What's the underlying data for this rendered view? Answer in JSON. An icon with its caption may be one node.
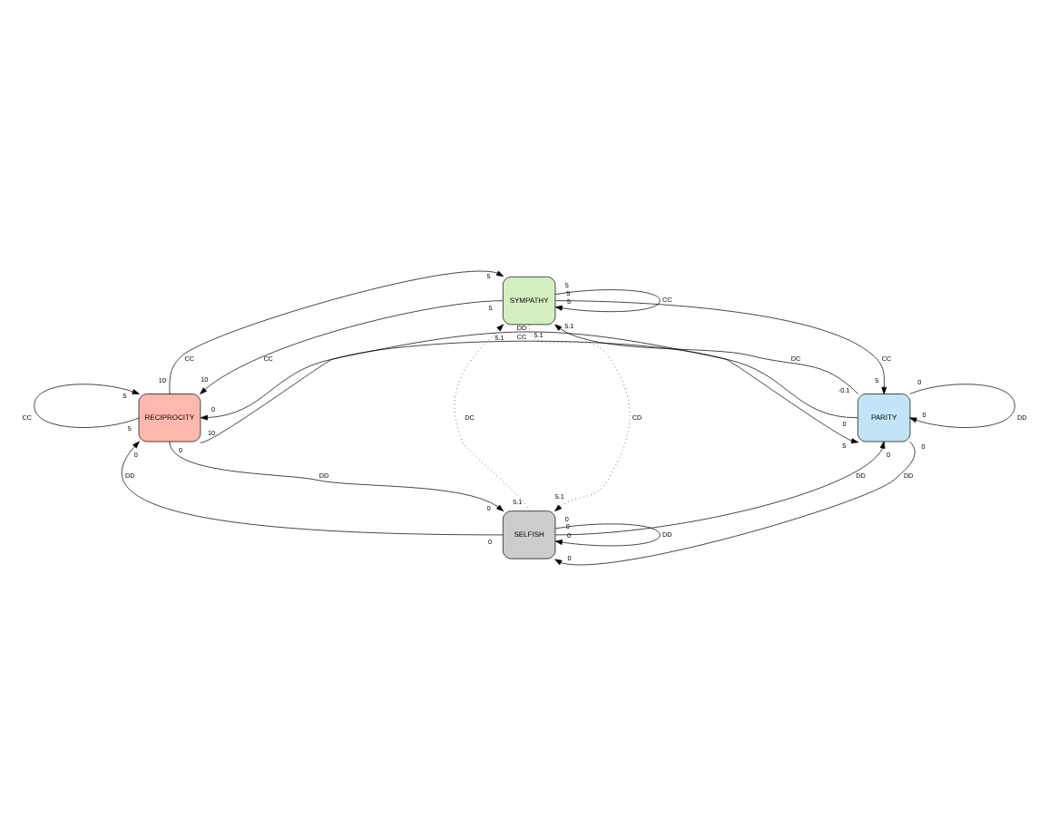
{
  "diagram": {
    "nodes": [
      {
        "text": [
          "SYMPATHY"
        ]
      },
      {
        "text": [
          "RECIPROCITY"
        ]
      },
      {
        "text": [
          "PARITY"
        ]
      },
      {
        "text": [
          "SELFISH"
        ]
      }
    ],
    "edges": [
      {
        "from": 0,
        "to": 0,
        "arrow": "to",
        "label": "CC"
      },
      {
        "from": 1,
        "to": 0,
        "arrow": "to",
        "label": "CC"
      },
      {
        "from": 0,
        "to": 1,
        "arrow": "to",
        "label": "CC"
      },
      {
        "from": 0,
        "to": 2,
        "arrow": "to",
        "label": "CC"
      },
      {
        "from": 2,
        "to": 0,
        "arrow": "to",
        "label": "DC"
      },
      {
        "from": 1,
        "to": 1,
        "arrow": "to",
        "label": "CC"
      },
      {
        "from": 2,
        "to": 1,
        "arrow": "to",
        "label": "DD"
      },
      {
        "from": 1,
        "to": 2,
        "arrow": "to",
        "label": "CC"
      },
      {
        "from": 2,
        "to": 2,
        "arrow": "to",
        "label": "DD"
      },
      {
        "from": 3,
        "to": 0,
        "arrow": "to",
        "label": "DC",
        "style": "dashed"
      },
      {
        "from": 0,
        "to": 3,
        "arrow": "to",
        "label": "CD",
        "style": "dashed"
      },
      {
        "from": 1,
        "to": 3,
        "arrow": "to",
        "label": "DD"
      },
      {
        "from": 3,
        "to": 1,
        "arrow": "to",
        "label": "DD"
      },
      {
        "from": 3,
        "to": 2,
        "arrow": "to",
        "label": "DD"
      },
      {
        "from": 2,
        "to": 3,
        "arrow": "to",
        "label": "DD"
      },
      {
        "from": 3,
        "to": 3,
        "arrow": "to",
        "label": "DD"
      }
    ],
    "labels": [
      "5",
      "5",
      "10",
      "5",
      "5",
      "10",
      "5",
      "5",
      "-0.1",
      "5.1",
      "5",
      "5",
      "0",
      "0",
      "10",
      "5",
      "0",
      "0",
      "5.1",
      "5.1",
      "5.1",
      "5.1",
      "0",
      "0",
      "0",
      "0",
      "0",
      "0",
      "0",
      "0",
      "0",
      "0"
    ]
  }
}
